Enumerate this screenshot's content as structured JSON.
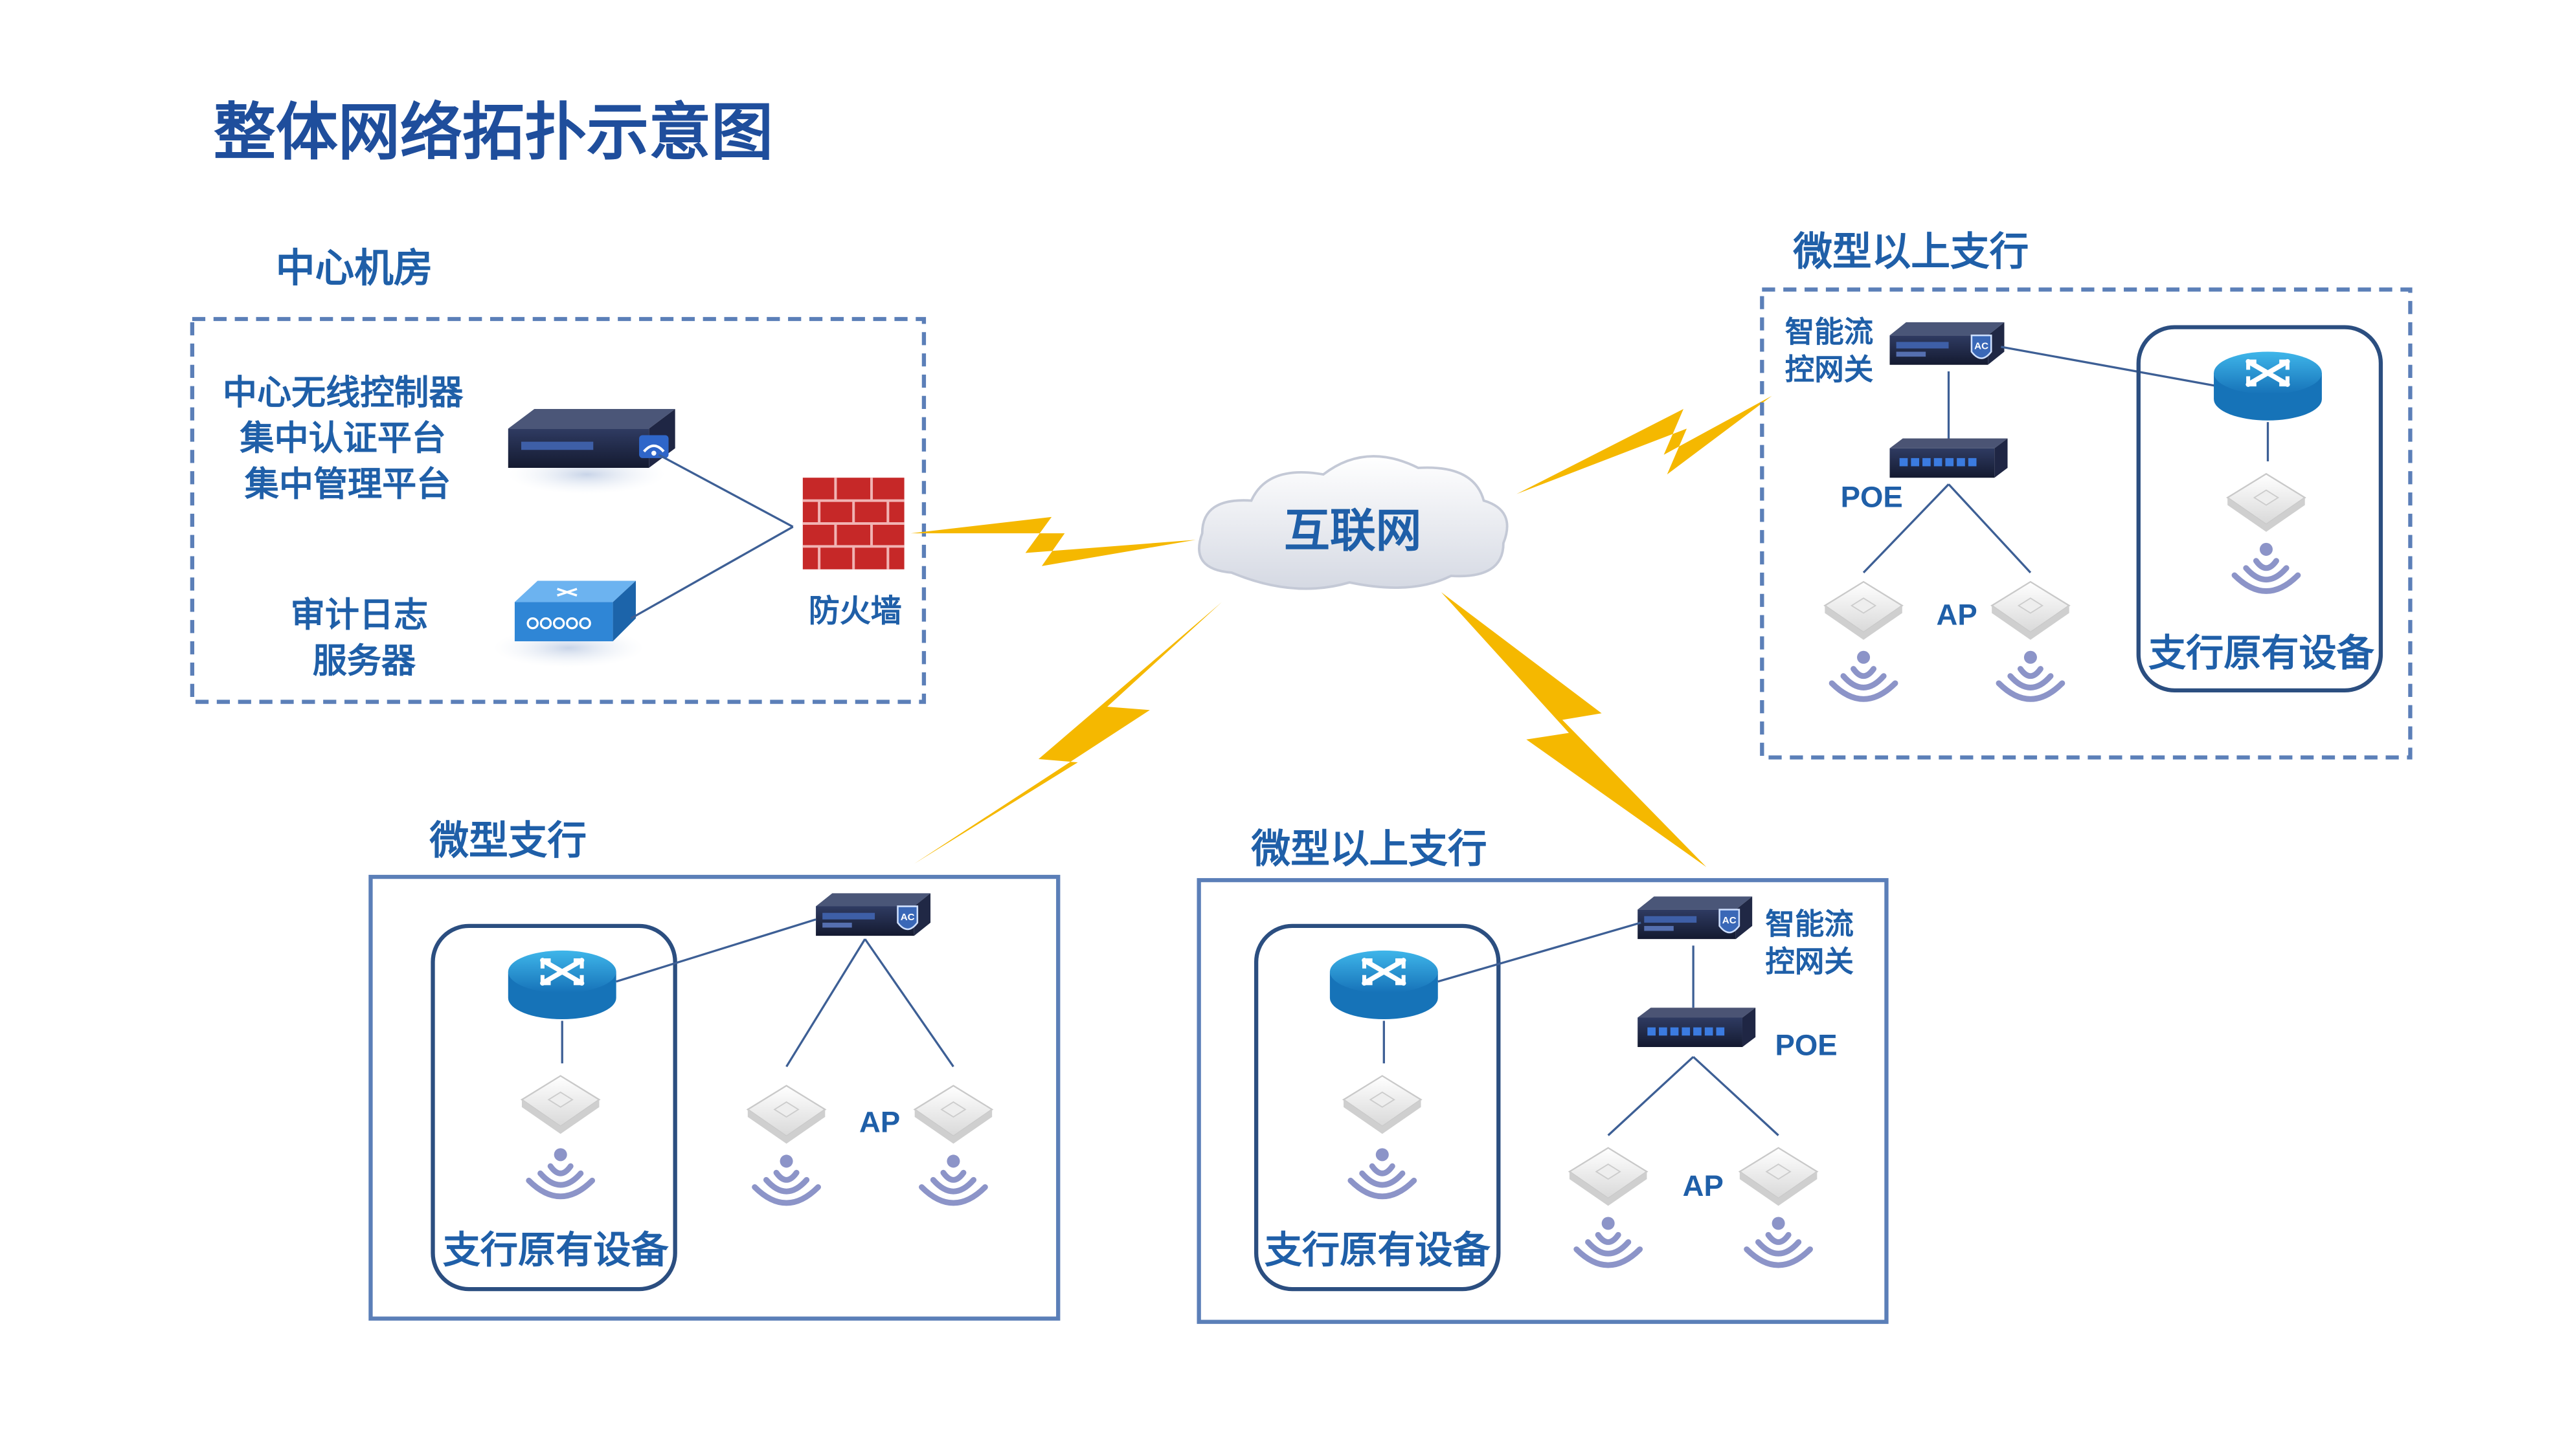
{
  "title": "整体网络拓扑示意图",
  "colors": {
    "title": "#1f4e9c",
    "label": "#1f5fa8",
    "frame": "#5b7fb8",
    "lightning": "#f5b800",
    "line": "#3d5f95"
  },
  "center": {
    "label": "中心机房",
    "controller_lines": [
      "中心无线控制器",
      "集中认证平台",
      "集中管理平台"
    ],
    "audit_lines": [
      "审计日志",
      "服务器"
    ],
    "firewall": "防火墙"
  },
  "internet": "互联网",
  "branch_top_right": {
    "label": "微型以上支行",
    "gateway_lines": [
      "智能流",
      "控网关"
    ],
    "poe": "POE",
    "ap": "AP",
    "existing": "支行原有设备"
  },
  "branch_micro": {
    "label": "微型支行",
    "ap": "AP",
    "existing": "支行原有设备"
  },
  "branch_bottom_mid": {
    "label": "微型以上支行",
    "gateway_lines": [
      "智能流",
      "控网关"
    ],
    "poe": "POE",
    "ap": "AP",
    "existing": "支行原有设备"
  },
  "icons": {
    "router": "router-icon",
    "access_point": "access-point-icon",
    "wifi": "wifi-signal-icon",
    "gateway": "ac-gateway-icon",
    "poe_switch": "poe-switch-icon",
    "server": "server-icon",
    "firewall": "firewall-icon",
    "cloud": "cloud-icon"
  }
}
